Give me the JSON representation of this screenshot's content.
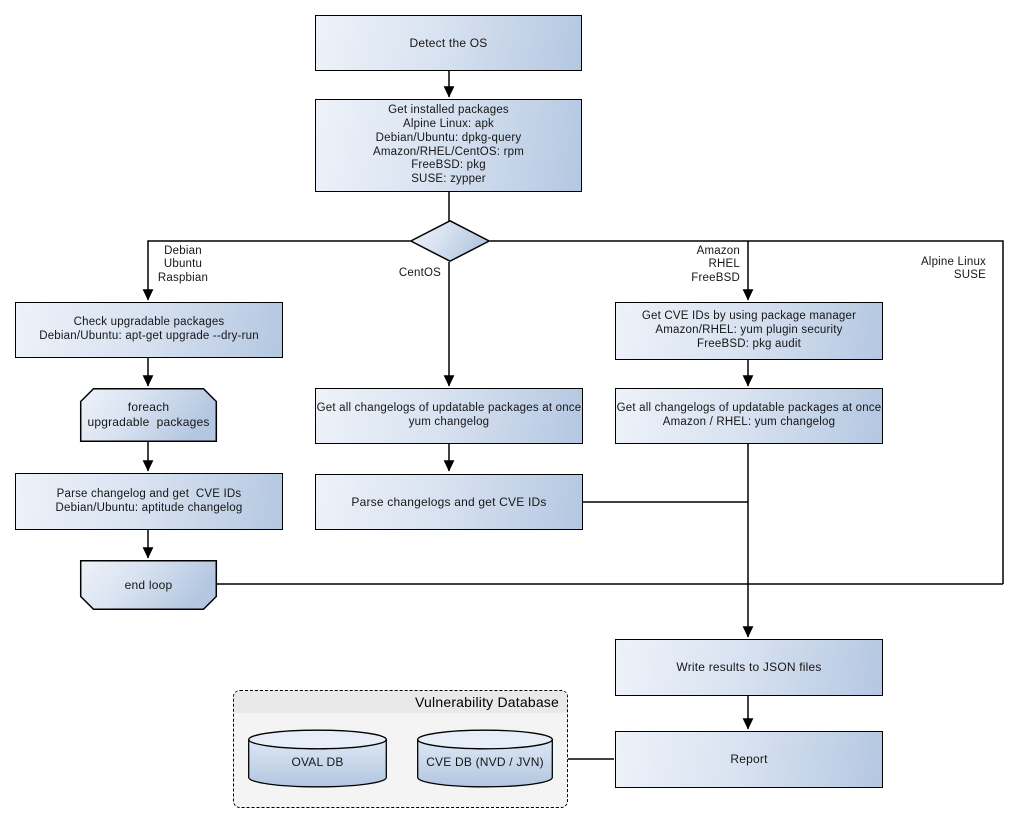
{
  "nodes": {
    "detect_os": {
      "label": "Detect the OS"
    },
    "get_installed_packages": {
      "lines": [
        "Get installed packages",
        "Alpine Linux: apk",
        "Debian/Ubuntu: dpkg-query",
        "Amazon/RHEL/CentOS: rpm",
        "FreeBSD: pkg",
        "SUSE: zypper"
      ]
    },
    "check_upgradable": {
      "lines": [
        "Check upgradable packages",
        "Debian/Ubuntu: apt-get upgrade --dry-run"
      ]
    },
    "foreach_loop": {
      "lines": [
        "foreach",
        "upgradable  packages"
      ]
    },
    "parse_changelog_debian": {
      "lines": [
        "Parse changelog and get  CVE IDs",
        "Debian/Ubuntu: aptitude changelog"
      ]
    },
    "end_loop": {
      "label": "end loop"
    },
    "get_changelogs_centos": {
      "lines": [
        "Get all changelogs of updatable packages at once",
        "yum changelog"
      ]
    },
    "parse_changelogs_centos": {
      "label": "Parse changelogs and get CVE IDs"
    },
    "get_cve_ids_pkg_mgr": {
      "lines": [
        "Get CVE IDs by using package manager",
        "Amazon/RHEL: yum plugin security",
        "FreeBSD: pkg audit"
      ]
    },
    "get_changelogs_amazon": {
      "lines": [
        "Get all changelogs of updatable packages at once",
        "Amazon / RHEL: yum changelog"
      ]
    },
    "write_results": {
      "label": "Write results to JSON files"
    },
    "report": {
      "label": "Report"
    }
  },
  "branch_labels": {
    "debian": {
      "lines": [
        "Debian",
        "Ubuntu",
        "Raspbian"
      ]
    },
    "centos": {
      "label": "CentOS"
    },
    "amazon": {
      "lines": [
        "Amazon",
        "RHEL",
        "FreeBSD"
      ]
    },
    "alpine": {
      "lines": [
        "Alpine Linux",
        "SUSE"
      ]
    }
  },
  "vulnerability_database": {
    "title": "Vulnerability Database",
    "databases": [
      {
        "label": "OVAL DB"
      },
      {
        "label": "CVE DB (NVD / JVN)"
      }
    ]
  },
  "colors": {
    "node_gradient_start": "#eef2f9",
    "node_gradient_end": "#b4c7e1",
    "border": "#000000",
    "container_bg": "#f4f4f4",
    "container_header_bg": "#e9e9e9",
    "background": "#ffffff"
  }
}
